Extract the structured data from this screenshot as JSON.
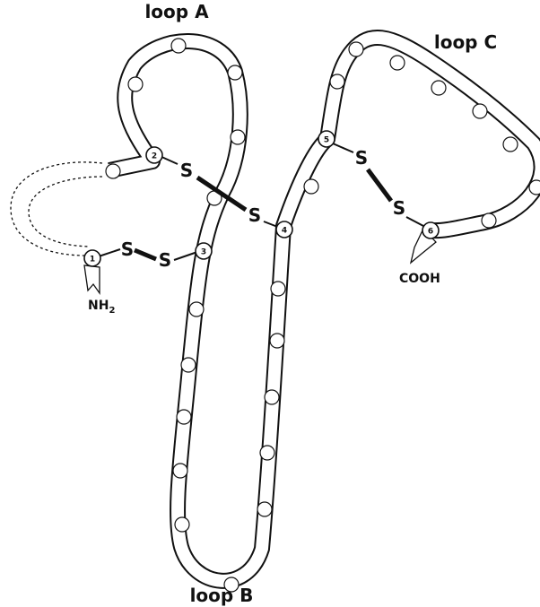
{
  "labels": {
    "loop_a": "loop A",
    "loop_b": "loop B",
    "loop_c": "loop C",
    "n_terminus": "NH",
    "n_terminus_sub": "2",
    "c_terminus": "COOH",
    "sulfur": "S"
  },
  "cysteines": [
    "1",
    "2",
    "3",
    "4",
    "5",
    "6"
  ],
  "disulfide_bonds": [
    {
      "from": "1",
      "to": "3"
    },
    {
      "from": "2",
      "to": "4"
    },
    {
      "from": "5",
      "to": "6"
    }
  ],
  "colors": {
    "ink": "#111111",
    "background": "#ffffff"
  }
}
